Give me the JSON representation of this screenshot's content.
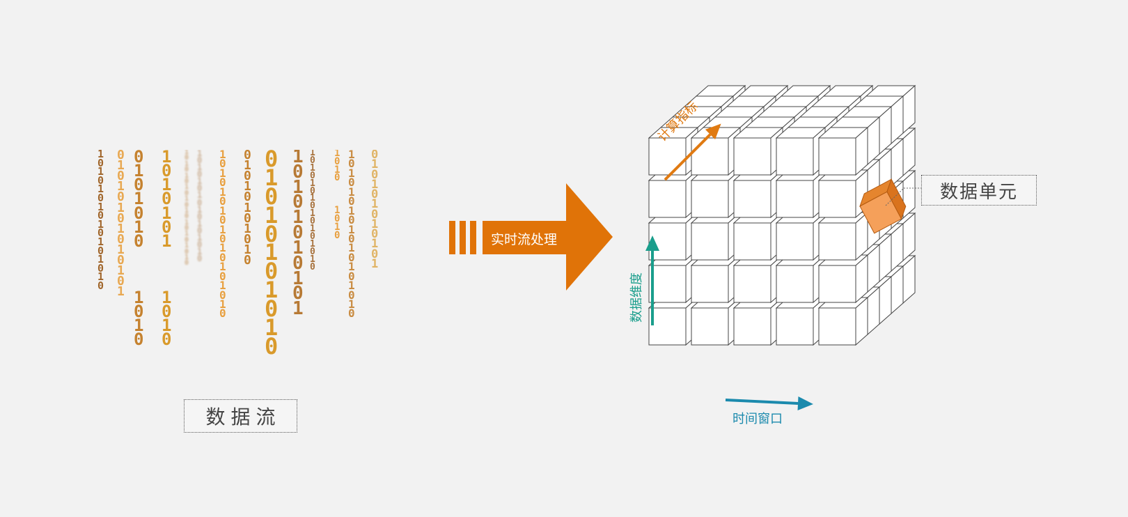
{
  "stream": {
    "label": "数据流",
    "colors": [
      "#a0652a",
      "#e8a040",
      "#c5822f",
      "#d99a2b",
      "#b77a35"
    ],
    "columns": [
      "1010101010101010",
      "01010101010101",
      "0101010   1010",
      "1010101   1010",
      "10101010101010101010",
      "1010101010101010",
      "101010101010101010",
      "01010101010",
      "01010101010",
      "10101010101",
      "1010101010101010",
      "1010   1010",
      "101010101010101010",
      "010101010101"
    ]
  },
  "process": {
    "label": "实时流处理",
    "color": "#e07308"
  },
  "cube": {
    "unit_label": "数据单元",
    "highlight_color": "#f5a05a",
    "axes": {
      "metric": "计算指标",
      "dimension": "数据维度",
      "time": "时间窗口"
    },
    "axis_colors": {
      "metric": "#e07a12",
      "dimension": "#1a9e8c",
      "time": "#1b8aad"
    }
  }
}
